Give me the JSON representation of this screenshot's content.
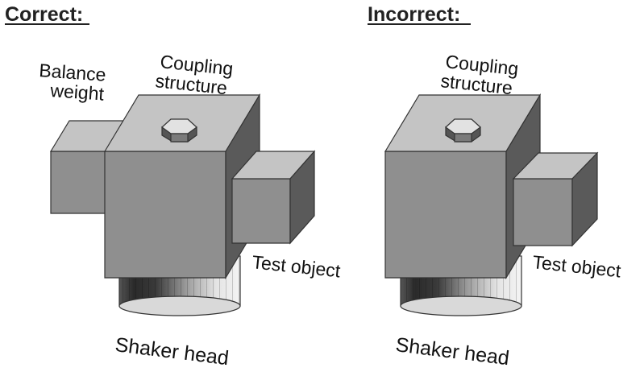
{
  "panels": [
    {
      "heading": "Correct:",
      "labels": {
        "balance_line1": "Balance",
        "balance_line2": "weight",
        "coupling_line1": "Coupling",
        "coupling_line2": "structure",
        "test_object": "Test object",
        "shaker_head": "Shaker head"
      },
      "has_balance_weight": true
    },
    {
      "heading": "Incorrect:",
      "labels": {
        "coupling_line1": "Coupling",
        "coupling_line2": "structure",
        "test_object": "Test object",
        "shaker_head": "Shaker head"
      },
      "has_balance_weight": false
    }
  ],
  "colors": {
    "front_face": "#8f8f8f",
    "top_face": "#c4c4c4",
    "side_face": "#5a5a5a",
    "bolt_top": "#e2e2e2",
    "text": "#111111"
  }
}
